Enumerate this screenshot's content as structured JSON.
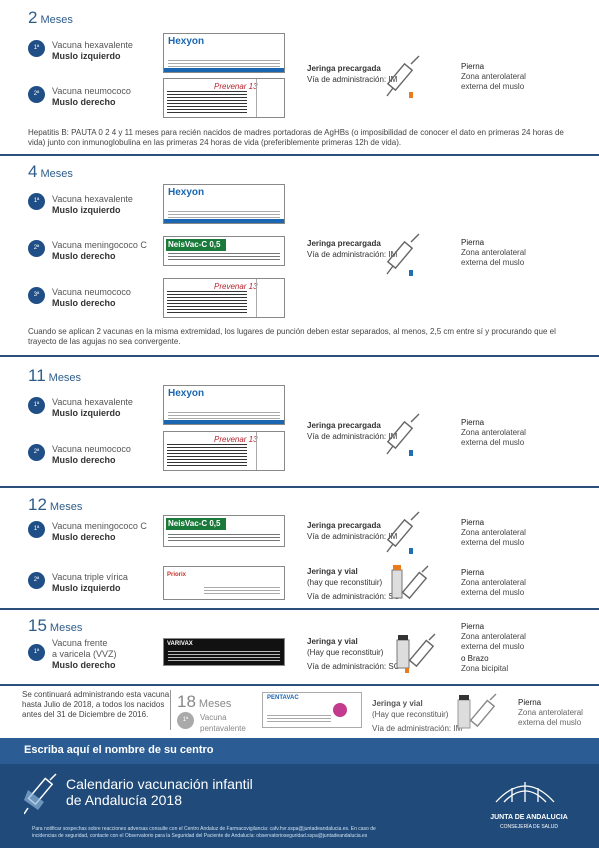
{
  "sections": {
    "m2": {
      "num": "2",
      "word": "Meses"
    },
    "m4": {
      "num": "4",
      "word": "Meses"
    },
    "m11": {
      "num": "11",
      "word": "Meses"
    },
    "m12": {
      "num": "12",
      "word": "Meses"
    },
    "m15": {
      "num": "15",
      "word": "Meses"
    },
    "m18": {
      "num": "18",
      "word": "Meses"
    }
  },
  "dots": [
    "1ª",
    "2ª",
    "3ª"
  ],
  "vaccines": {
    "hexa": "Vacuna hexavalente",
    "neumo": "Vacuna neumococo",
    "menin": "Vacuna meningococo C",
    "triple": "Vacuna triple vírica",
    "varicela_1": "Vacuna frente",
    "varicela_2": "a varicela (VVZ)",
    "penta_1": "Vacuna",
    "penta_2": "pentavalente"
  },
  "sites": {
    "izq": "Muslo izquierdo",
    "der": "Muslo derecho"
  },
  "packs": {
    "hexyon": "Hexyon",
    "prevenar": "Prevenar 13",
    "neisvac": "NeisVac-C 0,5 ml",
    "priorix": "Priorix",
    "varivax": "VARIVAX",
    "pentavac": "PENTAVAC"
  },
  "admin": {
    "jeringa": "Jeringa precargada",
    "via_im": "Vía de administración: IM",
    "via_im_2": "Vía de administración: IM",
    "via_sc": "Vía de administración: SC",
    "jv_1": "Jeringa y vial",
    "jv_2": "(hay que reconstituir)",
    "jv_2b": "(Hay que reconstituir)"
  },
  "zones": {
    "pierna": "Pierna",
    "zona_1": "Zona anterolateral",
    "zona_2": "externa del muslo",
    "o_brazo": "o Brazo",
    "deltoides": "Zona bicipital"
  },
  "notes": {
    "hepatitis": "Hepatitis B: PAUTA 0 2 4 y 11 meses para recién nacidos de madres portadoras de AgHBs (o imposibilidad de conocer el dato en primeras 24 horas de vida) junto con inmunoglobulina en las primeras 24 horas de vida (preferiblemente primeras 12h de vida).",
    "misma_extremidad": "Cuando se aplican 2 vacunas en la misma extremidad, los lugares de punción deben estar separados, al menos, 2,5 cm entre sí y procurando que el trayecto de las agujas no sea convergente.",
    "continuara": "Se continuará administrando esta vacuna hasta Julio de 2018, a todos los nacidos antes del 31 de Diciembre de 2016."
  },
  "footer": {
    "centro": "Escriba aquí el nombre de su centro",
    "title_1": "Calendario vacunación infantil",
    "title_2": "de Andalucía 2018",
    "fine_1": "Para notificar sospechas sobre reacciones adversas consulte con el Centro Andaluz de Farmacovigilancia: cafv.hvr.sspa@juntadeandalucia.es. En caso de",
    "fine_2": "incidencias de seguridad, contacte con el Observatorio para la Seguridad del Paciente de Andalucía: observatorioseguridad.sspa@juntadeandalucia.es",
    "junta": "JUNTA DE ANDALUCIA",
    "consejeria": "CONSEJERÍA DE SALUD"
  },
  "colors": {
    "brand": "#2e5c8a",
    "footer_bg": "#1f4a79",
    "band": "#2b5d94"
  }
}
